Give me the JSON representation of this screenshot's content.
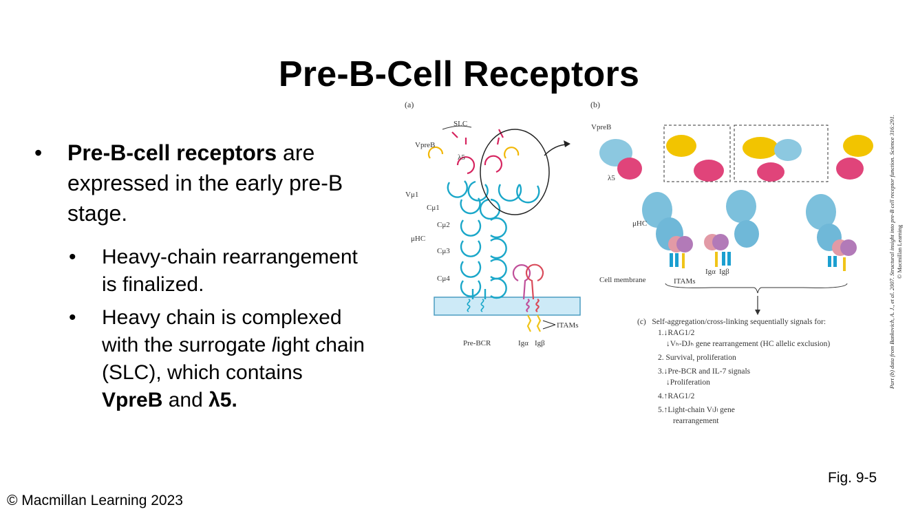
{
  "slide": {
    "title": "Pre-B-Cell Receptors",
    "bullet1": {
      "bold": "Pre-B-cell receptors",
      "rest_line1": " are",
      "line2": "expressed in the early pre-B",
      "line3": "stage."
    },
    "sub1": {
      "line1": "Heavy-chain rearrangement",
      "line2": "is finalized."
    },
    "sub2": {
      "line1": "Heavy chain is complexed",
      "line2_a": "with the ",
      "s": "s",
      "urrogate": "urrogate ",
      "l": "l",
      "ight": "ight ",
      "c": "c",
      "hain": "hain",
      "line3": "(SLC), which contains",
      "vpreb": "VpreB",
      "and": " and ",
      "lambda5": "λ5."
    },
    "bullet_symbol": "•",
    "footer_left": "© Macmillan Learning 2023",
    "footer_right": "Fig. 9-5",
    "credit_line1": "Part (b) data from Bankovich, A. J., et al. 2007. Structural insight into pre-B cell receptor function. Science 316:291.",
    "credit_line2": "© Macmillan Learning"
  },
  "figure": {
    "panel_a": {
      "label": "(a)",
      "slc": "SLC",
      "vpreb": "VpreB",
      "lambda5": "λ5",
      "vmu1": "Vμ1",
      "cmu1": "Cμ1",
      "cmu2": "Cμ2",
      "muhc": "μHC",
      "cmu3": "Cμ3",
      "cmu4": "Cμ4",
      "itams": "ITAMs",
      "prebcr": "Pre-BCR",
      "iga": "Igα",
      "igb": "Igβ"
    },
    "panel_b": {
      "label": "(b)",
      "vpreb": "VpreB",
      "lambda5": "λ5",
      "muhc": "μHC",
      "cell_membrane": "Cell membrane",
      "itams": "ITAMs",
      "iga": "Igα",
      "igb": "Igβ"
    },
    "panel_c": {
      "label": "(c)",
      "heading": "Self-aggregation/cross-linking sequentially signals for:",
      "items": [
        "1.↓RAG1/2",
        "↓Vₕ-DJₕ gene rearrangement (HC allelic exclusion)",
        "2.   Survival, proliferation",
        "3.↓Pre-BCR and IL-7 signals",
        "↓Proliferation",
        "4.↑RAG1/2",
        "5.↑Light-chain VₗJₗ gene",
        "rearrangement"
      ]
    },
    "colors": {
      "heavy_chain": "#1aa7c9",
      "lambda5": "#d6245f",
      "vpreb": "#f2b705",
      "membrane": "#cdeaf7",
      "iga": "#c0509a",
      "igb": "#d94b5a",
      "itam": "#f0c419"
    }
  }
}
